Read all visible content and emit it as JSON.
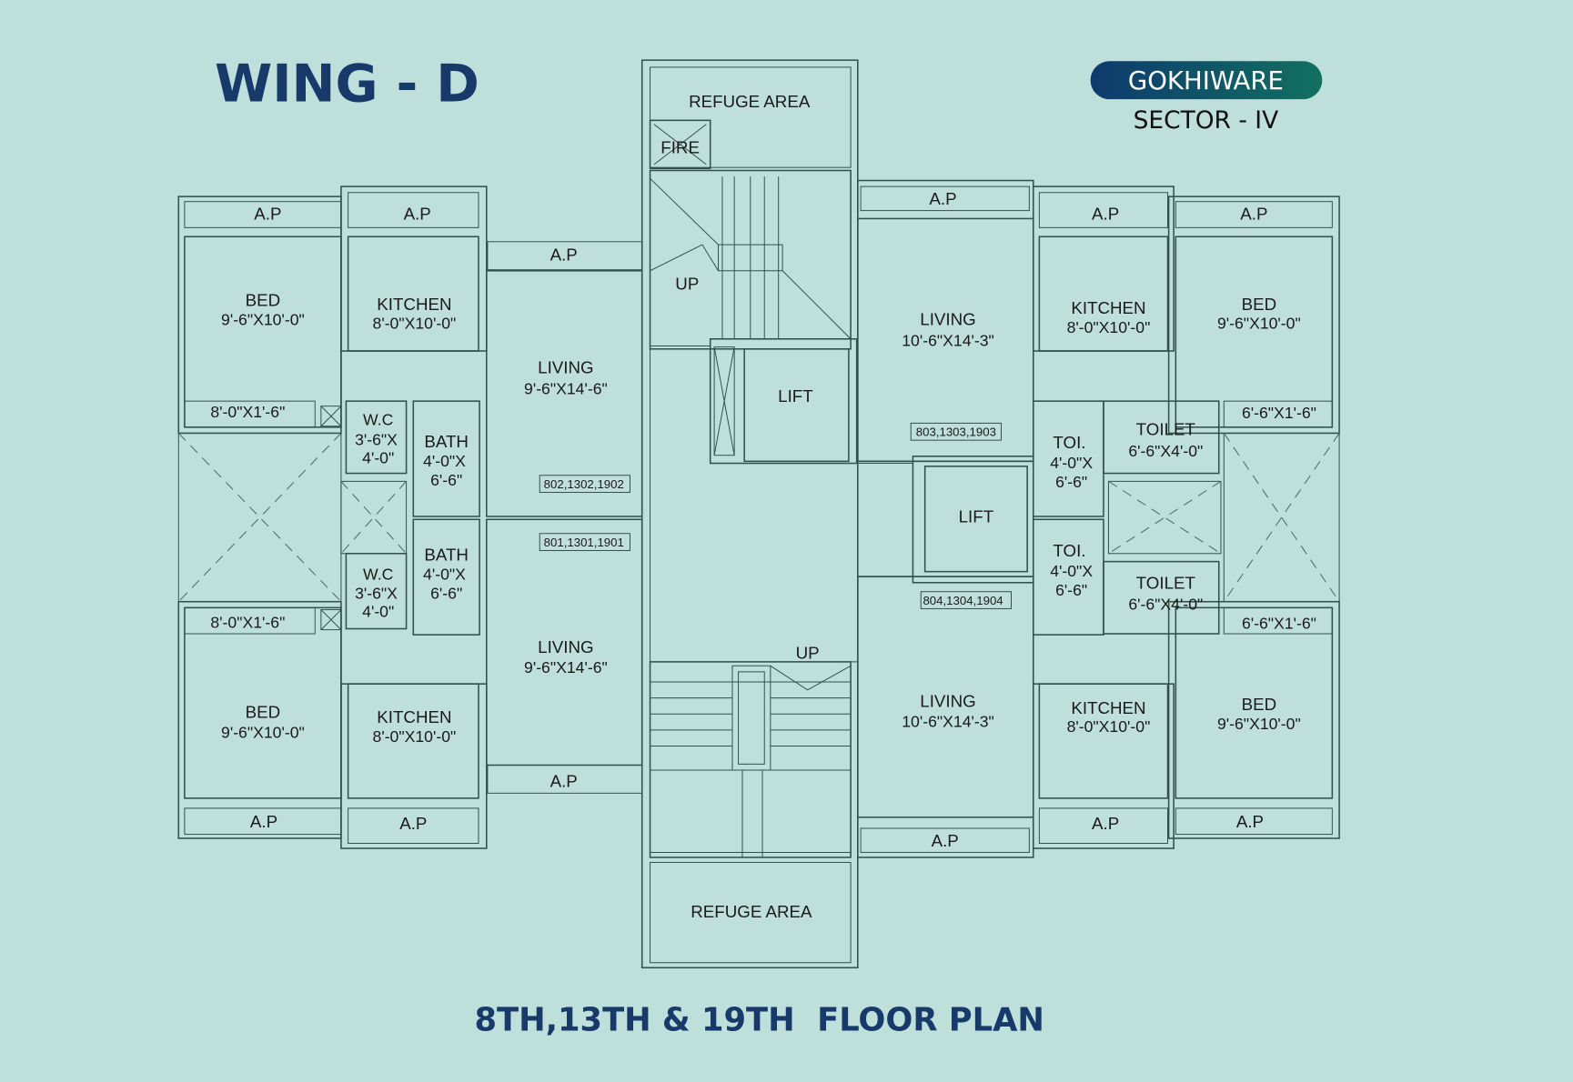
{
  "title": "WING - D",
  "brand": {
    "name": "GOKHIWARE",
    "sector": "SECTOR - IV",
    "gradient_start": "#0e3a6e",
    "gradient_end": "#127060"
  },
  "footer": "8TH,13TH & 19TH  FLOOR PLAN",
  "colors": {
    "background": "#bfdfda",
    "lines": "#33504b",
    "title": "#173a6a"
  },
  "core": {
    "refuge": "REFUGE AREA",
    "fire": "FIRE",
    "up": "UP",
    "lift": "LIFT"
  },
  "ap": "A.P",
  "units": [
    {
      "flats": "802,1302,1902",
      "bed": "BED",
      "bed_dim": "9'-6\"X10'-0\"",
      "kitchen": "KITCHEN",
      "kitchen_dim": "8'-0\"X10'-0\"",
      "living": "LIVING",
      "living_dim": "9'-6\"X14'-6\"",
      "ledge_dim": "8'-0\"X1'-6\"",
      "wc": "W.C",
      "wc_dim1": "3'-6\"X",
      "wc_dim2": "4'-0\"",
      "bath": "BATH",
      "bath_dim1": "4'-0\"X",
      "bath_dim2": "6'-6\""
    },
    {
      "flats": "801,1301,1901",
      "bed": "BED",
      "bed_dim": "9'-6\"X10'-0\"",
      "kitchen": "KITCHEN",
      "kitchen_dim": "8'-0\"X10'-0\"",
      "living": "LIVING",
      "living_dim": "9'-6\"X14'-6\"",
      "ledge_dim": "8'-0\"X1'-6\"",
      "wc": "W.C",
      "wc_dim1": "3'-6\"X",
      "wc_dim2": "4'-0\"",
      "bath": "BATH",
      "bath_dim1": "4'-0\"X",
      "bath_dim2": "6'-6\""
    },
    {
      "flats": "803,1303,1903",
      "bed": "BED",
      "bed_dim": "9'-6\"X10'-0\"",
      "kitchen": "KITCHEN",
      "kitchen_dim": "8'-0\"X10'-0\"",
      "living": "LIVING",
      "living_dim": "10'-6\"X14'-3\"",
      "ledge_dim": "6'-6\"X1'-6\"",
      "toi": "TOI.",
      "toi_dim1": "4'-0\"X",
      "toi_dim2": "6'-6\"",
      "toilet": "TOILET",
      "toilet_dim": "6'-6\"X4'-0\""
    },
    {
      "flats": "804,1304,1904",
      "bed": "BED",
      "bed_dim": "9'-6\"X10'-0\"",
      "kitchen": "KITCHEN",
      "kitchen_dim": "8'-0\"X10'-0\"",
      "living": "LIVING",
      "living_dim": "10'-6\"X14'-3\"",
      "ledge_dim": "6'-6\"X1'-6\"",
      "toi": "TOI.",
      "toi_dim1": "4'-0\"X",
      "toi_dim2": "6'-6\"",
      "toilet": "TOILET",
      "toilet_dim": "6'-6\"X4'-0\""
    }
  ]
}
